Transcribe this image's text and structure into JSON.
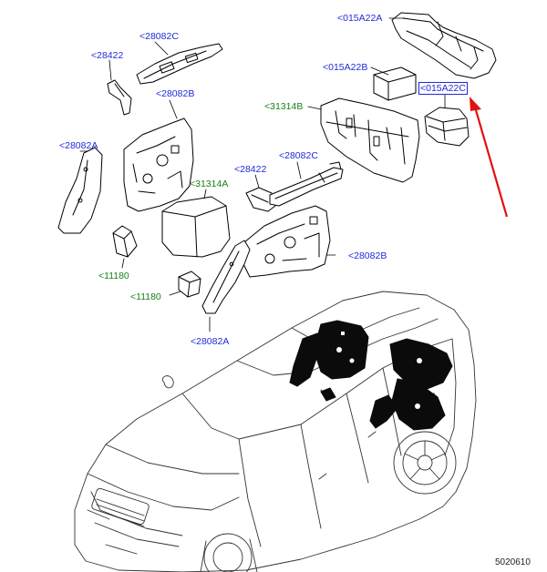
{
  "callouts": {
    "c015A22A": "<015A22A",
    "c015A22B": "<015A22B",
    "c015A22C": "<015A22C",
    "c31314B": "<31314B",
    "c28082C_top": "<28082C",
    "c28422_top": "<28422",
    "c28082B_left": "<28082B",
    "c28082A_left": "<28082A",
    "c31314A": "<31314A",
    "c28422_mid": "<28422",
    "c28082C_mid": "<28082C",
    "c28082B_right": "<28082B",
    "c11180_a": "<11180",
    "c11180_b": "<11180",
    "c28082A_bottom": "<28082A"
  },
  "figure_number": "5020610",
  "colors": {
    "label_blue": "#1f2bd8",
    "label_green": "#1a7f1a",
    "arrow_red": "#e01010",
    "line": "#000000"
  }
}
